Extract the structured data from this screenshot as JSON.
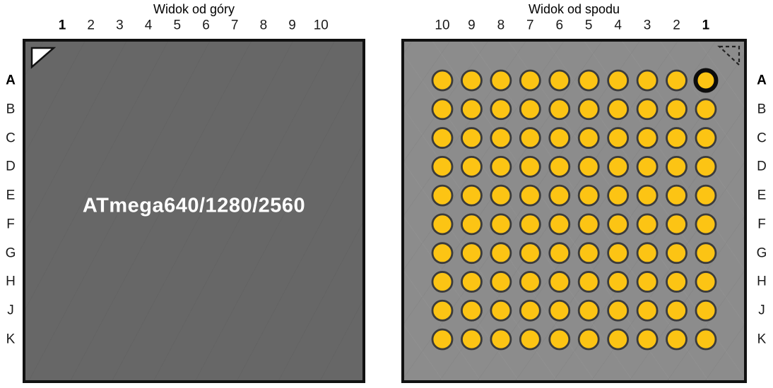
{
  "panels": {
    "top_view": {
      "title": "Widok od góry",
      "columns": [
        "1",
        "2",
        "3",
        "4",
        "5",
        "6",
        "7",
        "8",
        "9",
        "10"
      ],
      "rows": [
        "A",
        "B",
        "C",
        "D",
        "E",
        "F",
        "G",
        "H",
        "J",
        "K"
      ],
      "bold_column": "1",
      "bold_row": "A",
      "chip_label": "ATmega640/1280/2560",
      "pin1_marker": "white-triangle-top-left"
    },
    "bottom_view": {
      "title": "Widok od spodu",
      "columns": [
        "10",
        "9",
        "8",
        "7",
        "6",
        "5",
        "4",
        "3",
        "2",
        "1"
      ],
      "rows": [
        "A",
        "B",
        "C",
        "D",
        "E",
        "F",
        "G",
        "H",
        "J",
        "K"
      ],
      "bold_column": "1",
      "bold_row": "A",
      "ball_grid": {
        "rows": 10,
        "cols": 10,
        "total_balls": 100,
        "pin1_cell": "A1"
      },
      "pin1_marker": "dashed-triangle-top-right"
    }
  },
  "colors": {
    "package_top_fill": "#676767",
    "package_bottom_fill": "#8c8c8c",
    "ball_fill": "#fcc414",
    "ball_outline": "#3b3b3b",
    "pin1_ring": "#0d0d0d",
    "border": "#111111",
    "text": "#1a1a1a"
  }
}
